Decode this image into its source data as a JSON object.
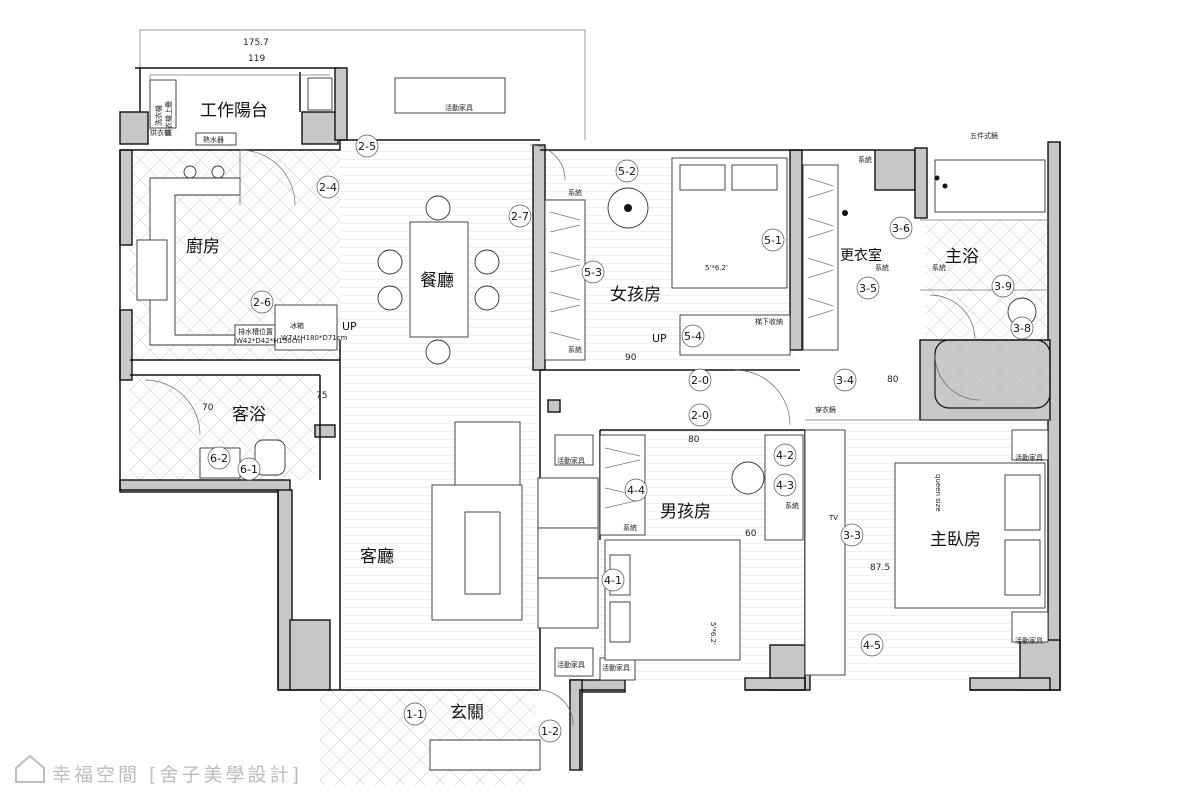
{
  "rooms": {
    "balcony": "工作陽台",
    "kitchen": "廚房",
    "dining": "餐廳",
    "girl_room": "女孩房",
    "dressing": "更衣室",
    "master_bath": "主浴",
    "guest_bath": "客浴",
    "living": "客廳",
    "boy_room": "男孩房",
    "master_bedroom": "主臥房",
    "entrance": "玄關"
  },
  "tags": [
    "2-5",
    "2-4",
    "2-7",
    "2-6",
    "5-2",
    "5-1",
    "5-3",
    "5-4",
    "3-6",
    "3-5",
    "3-9",
    "3-8",
    "3-4",
    "2-0",
    "2-0",
    "6-2",
    "6-1",
    "4-2",
    "4-3",
    "4-4",
    "3-3",
    "4-1",
    "4-5",
    "1-1",
    "1-2"
  ],
  "dimensions": {
    "top_a": "175.7",
    "top_b": "119",
    "d_90": "90",
    "d_80a": "80",
    "d_80b": "80",
    "d_70": "70",
    "d_75": "75",
    "d_87": "87.5",
    "d_60": "60"
  },
  "notes": {
    "furniture_1": "活動家具",
    "furniture_2": "活動家具",
    "furniture_3": "活動家具",
    "furniture_4": "活動家具",
    "furniture_5": "活動家具",
    "furniture_6": "活動家具",
    "system_1": "系統",
    "system_2": "系統",
    "system_3": "系統",
    "system_4": "系統",
    "system_5": "系統",
    "system_6": "系統",
    "system_7": "系統",
    "washer": "洗衣機",
    "dryer": "烘衣機上疊",
    "dryer_2": "烘衣機",
    "water_heater": "熱水器",
    "fridge": "冰箱",
    "fridge_size": "W74*H180*D71cm",
    "drain": "排水槽位置",
    "drain_size": "W42*D42*H150cm",
    "up_1": "UP",
    "up_2": "UP",
    "under_stair": "梯下收納",
    "mirror_5": "五件式鏡",
    "dress_mirror": "穿衣鏡",
    "tv": "TV",
    "bed_size_1": "5'*6.2'",
    "bed_size_2": "5'*6.2'",
    "bed_size_3": "queen size"
  },
  "watermark": "幸福空間 [舍子美學設計]"
}
